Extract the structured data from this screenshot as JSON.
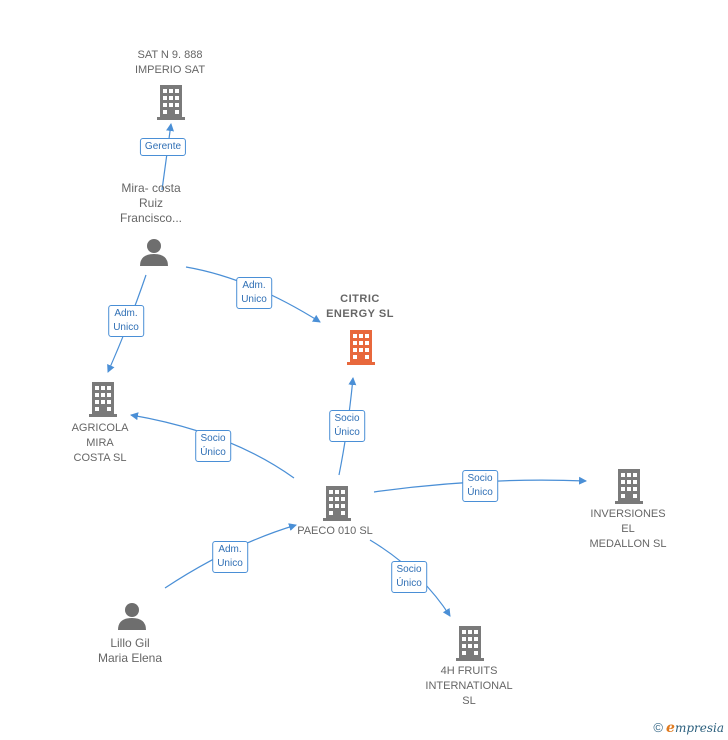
{
  "colors": {
    "edge": "#4a8fd6",
    "company": "#7a7a7a",
    "company_highlight": "#e8683c",
    "person": "#6e6e6e",
    "text": "#666666"
  },
  "nodes": {
    "sat": {
      "label": "SAT N 9. 888\nIMPERIO SAT"
    },
    "mira_costa_person": {
      "label": "Mira- costa\nRuiz\nFrancisco..."
    },
    "citric": {
      "label": "CITRIC\nENERGY  SL"
    },
    "agricola": {
      "label": "AGRICOLA\nMIRA\nCOSTA  SL"
    },
    "paeco": {
      "label": "PAECO 010 SL"
    },
    "inversiones": {
      "label": "INVERSIONES\nEL\nMEDALLON  SL"
    },
    "lillo": {
      "label": "Lillo Gil\nMaria Elena"
    },
    "fruits": {
      "label": "4H FRUITS\nINTERNATIONAL\nSL"
    }
  },
  "edges": {
    "gerente": "Gerente",
    "adm_unico_1": "Adm.\nUnico",
    "adm_unico_2": "Adm.\nUnico",
    "socio_agricola": "Socio\nÚnico",
    "socio_citric": "Socio\nÚnico",
    "socio_inversiones": "Socio\nÚnico",
    "adm_unico_3": "Adm.\nUnico",
    "socio_fruits": "Socio\nÚnico"
  },
  "footer": {
    "copyright": "©",
    "brand_initial": "e",
    "brand_rest": "mpresia"
  }
}
